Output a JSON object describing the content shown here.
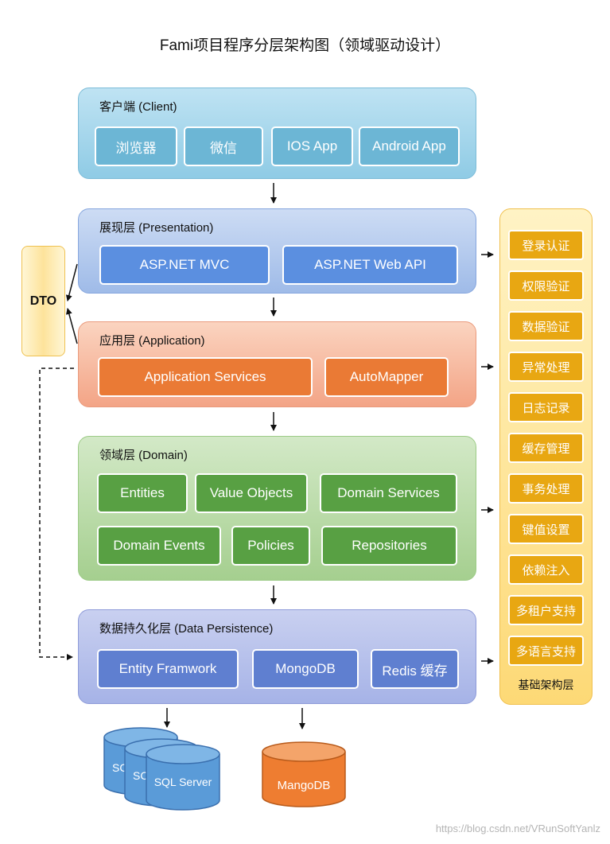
{
  "title": "Fami项目程序分层架构图（领域驱动设计）",
  "client": {
    "title": "客户端 (Client)",
    "items": [
      "浏览器",
      "微信",
      "IOS App",
      "Android App"
    ]
  },
  "presentation": {
    "title": "展现层 (Presentation)",
    "items": [
      "ASP.NET MVC",
      "ASP.NET Web API"
    ]
  },
  "application": {
    "title": "应用层 (Application)",
    "items": [
      "Application Services",
      "AutoMapper"
    ]
  },
  "domain": {
    "title": "领域层 (Domain)",
    "items": [
      "Entities",
      "Value Objects",
      "Domain Services",
      "Domain Events",
      "Policies",
      "Repositories"
    ]
  },
  "persistence": {
    "title": "数据持久化层 (Data Persistence)",
    "items": [
      "Entity Framwork",
      "MongoDB",
      "Redis 缓存"
    ]
  },
  "dto": {
    "label": "DTO"
  },
  "infrastructure": {
    "label": "基础架构层",
    "items": [
      "登录认证",
      "权限验证",
      "数据验证",
      "异常处理",
      "日志记录",
      "缓存管理",
      "事务处理",
      "键值设置",
      "依赖注入",
      "多租户支持",
      "多语言支持"
    ]
  },
  "databases": {
    "sql_partial_1": "SC",
    "sql_partial_2": "SC",
    "sql_server": "SQL Server",
    "mongo": "MangoDB"
  },
  "watermark": "https://blog.csdn.net/VRunSoftYanlz",
  "colors": {
    "client": "#6cb6d5",
    "presentation": "#5b8fe0",
    "application": "#ea7a35",
    "domain": "#58a043",
    "persistence": "#5f7fd0",
    "infrastructure": "#e8a712"
  }
}
